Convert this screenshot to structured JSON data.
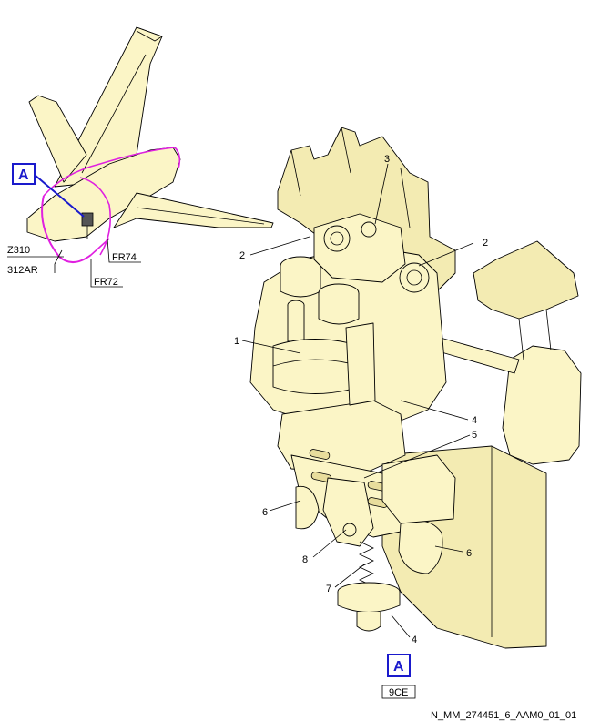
{
  "view_marker": {
    "letter": "A",
    "color": "#1a1acc"
  },
  "aircraft_labels": {
    "zone_a": "Z310",
    "zone_b": "312AR",
    "frame_a": "FR74",
    "frame_b": "FR72"
  },
  "callouts": {
    "c1": "1",
    "c2a": "2",
    "c2b": "2",
    "c3": "3",
    "c4a": "4",
    "c4b": "4",
    "c5": "5",
    "c6a": "6",
    "c6b": "6",
    "c7": "7",
    "c8": "8"
  },
  "view_caption": "9CE",
  "figure_id": "N_MM_274451_6_AAM0_01_01",
  "colors": {
    "highlight": "#e020e0",
    "component_fill": "#fbf5c6",
    "marker": "#1a1acc"
  }
}
